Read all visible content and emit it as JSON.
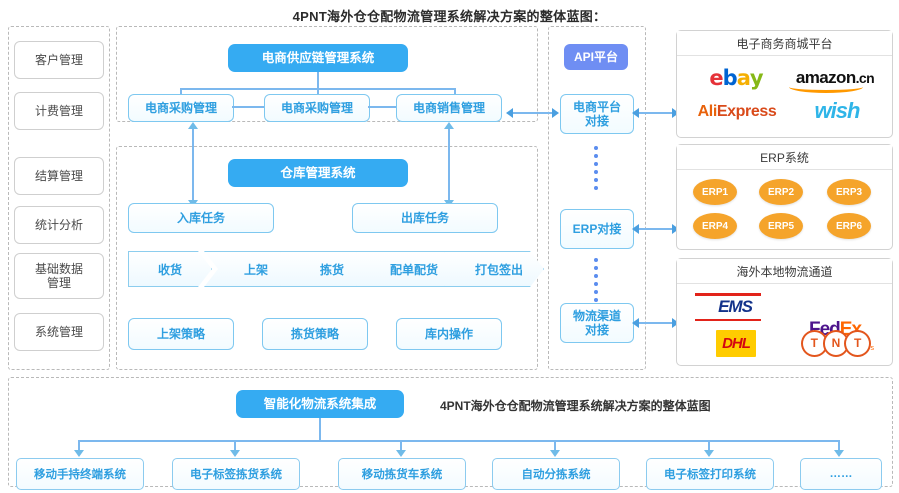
{
  "page": {
    "title": "4PNT海外仓仓配物流管理系统解决方案的整体蓝图："
  },
  "sidebar": {
    "items": [
      {
        "label": "客户管理"
      },
      {
        "label": "计费管理"
      },
      {
        "label": "结算管理"
      },
      {
        "label": "统计分析"
      },
      {
        "label": "基础数据\n管理"
      },
      {
        "label": "系统管理"
      }
    ]
  },
  "supply_chain": {
    "header": "电商供应链管理系统",
    "boxes": [
      {
        "label": "电商采购管理"
      },
      {
        "label": "电商采购管理"
      },
      {
        "label": "电商销售管理"
      }
    ]
  },
  "warehouse": {
    "header": "仓库管理系统",
    "tasks": [
      {
        "label": "入库任务"
      },
      {
        "label": "出库任务"
      }
    ],
    "process": [
      {
        "label": "收货"
      },
      {
        "label": "上架"
      },
      {
        "label": "拣货"
      },
      {
        "label": "配单配货"
      },
      {
        "label": "打包签出"
      }
    ],
    "strategies": [
      {
        "label": "上架策略"
      },
      {
        "label": "拣货策略"
      },
      {
        "label": "库内操作"
      }
    ]
  },
  "api_column": {
    "header": "API平台",
    "connectors": [
      {
        "label": "电商平台\n对接"
      },
      {
        "label": "ERP对接"
      },
      {
        "label": "物流渠道\n对接"
      }
    ]
  },
  "panels": {
    "ecommerce": {
      "title": "电子商务商城平台",
      "logos": [
        "ebay",
        "amazon.cn",
        "AliExpress",
        "wish"
      ]
    },
    "erp": {
      "title": "ERP系统",
      "items": [
        "ERP1",
        "ERP2",
        "ERP3",
        "ERP4",
        "ERP5",
        "ERP6"
      ]
    },
    "logistics": {
      "title": "海外本地物流通道",
      "logos": [
        "EMS",
        "FedEx Express",
        "DHL",
        "TNT"
      ]
    }
  },
  "bottom": {
    "header": "智能化物流系统集成",
    "note": "4PNT海外仓仓配物流管理系统解决方案的整体蓝图",
    "items": [
      {
        "label": "移动手持终端系统"
      },
      {
        "label": "电子标签拣货系统"
      },
      {
        "label": "移动拣货车系统"
      },
      {
        "label": "自动分拣系统"
      },
      {
        "label": "电子标签打印系统"
      },
      {
        "label": "……"
      }
    ]
  },
  "logo_text": {
    "ebay": {
      "e": "e",
      "b": "b",
      "a": "a",
      "y": "y"
    },
    "amazon": {
      "main": "amazon",
      "tld": ".cn"
    },
    "ali": {
      "ali": "Ali",
      "express": "Express"
    },
    "wish": "wish",
    "ems": "EMS",
    "fedex": {
      "fed": "Fed",
      "ex": "Ex",
      "sub": "Express"
    },
    "dhl": "DHL",
    "tnt": [
      "T",
      "N",
      "T"
    ]
  },
  "colors": {
    "primary_blue": "#35abf2",
    "api_purple": "#6f8ef3",
    "erp_orange": "#f5a42b",
    "outline_blue": "#7ec8f0",
    "text_blue": "#2f9fe0"
  }
}
